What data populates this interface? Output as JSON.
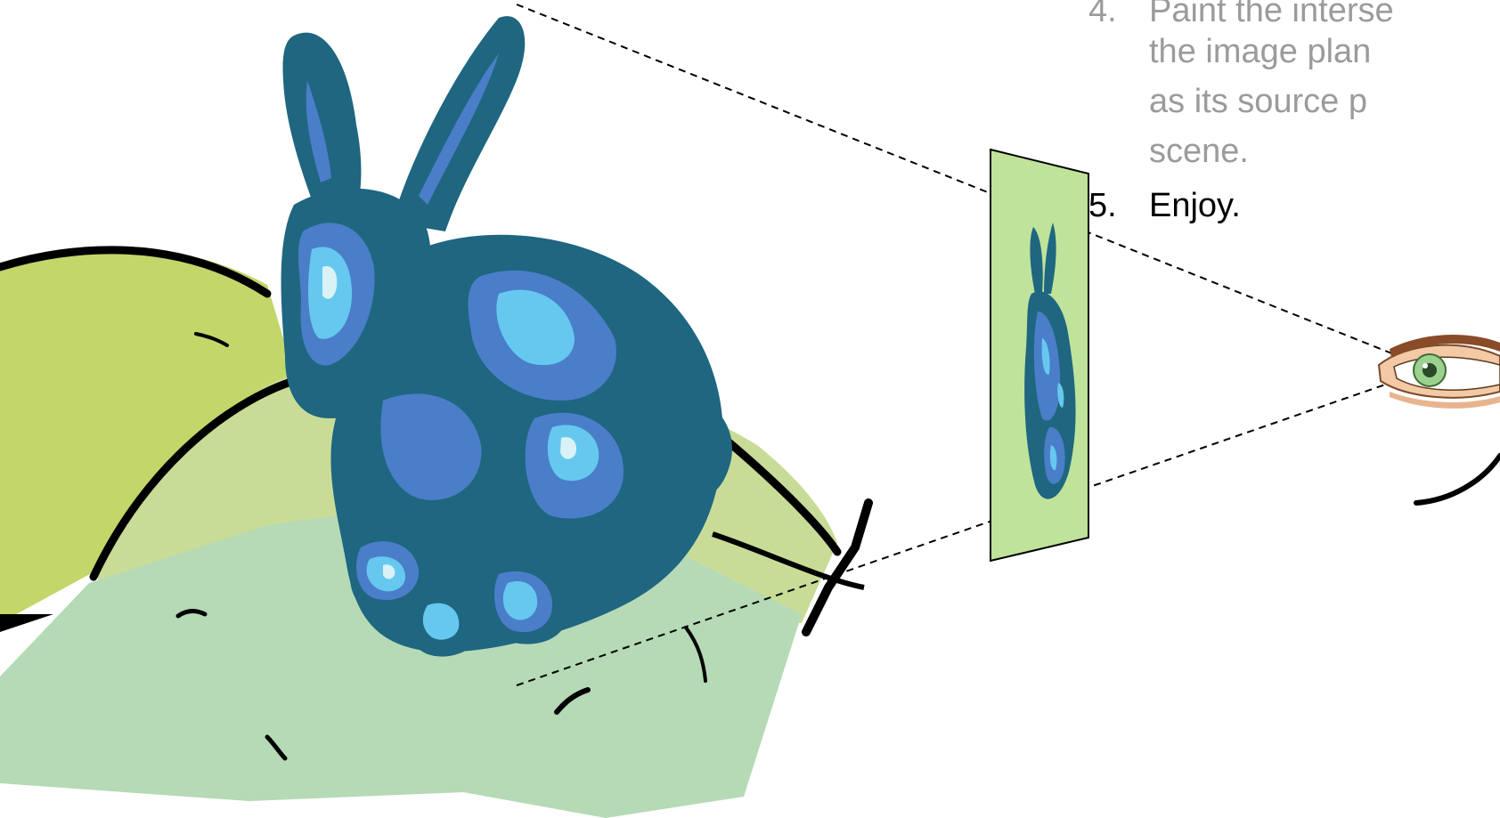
{
  "steps": [
    {
      "number": "4.",
      "lines": [
        "Paint the interse",
        "the image plan",
        "as its source p",
        "scene."
      ],
      "state": "faded"
    },
    {
      "number": "5.",
      "lines": [
        "Enjoy."
      ],
      "state": "current"
    }
  ],
  "colors": {
    "hill_left": "#c2d66a",
    "hill_back": "#c9dc97",
    "ground": "#b5dab5",
    "image_plane": "#bfe39a",
    "bunny_dark": "#1f6680",
    "bunny_mid": "#4a7ec9",
    "bunny_light": "#66c8ef",
    "bunny_highlight": "#d9f2f6",
    "outline": "#000000",
    "faded_text": "#9b9b9b",
    "current_text": "#000000"
  },
  "icons": [
    "bunny-illustration",
    "eye-icon",
    "curved-arrow-icon"
  ]
}
